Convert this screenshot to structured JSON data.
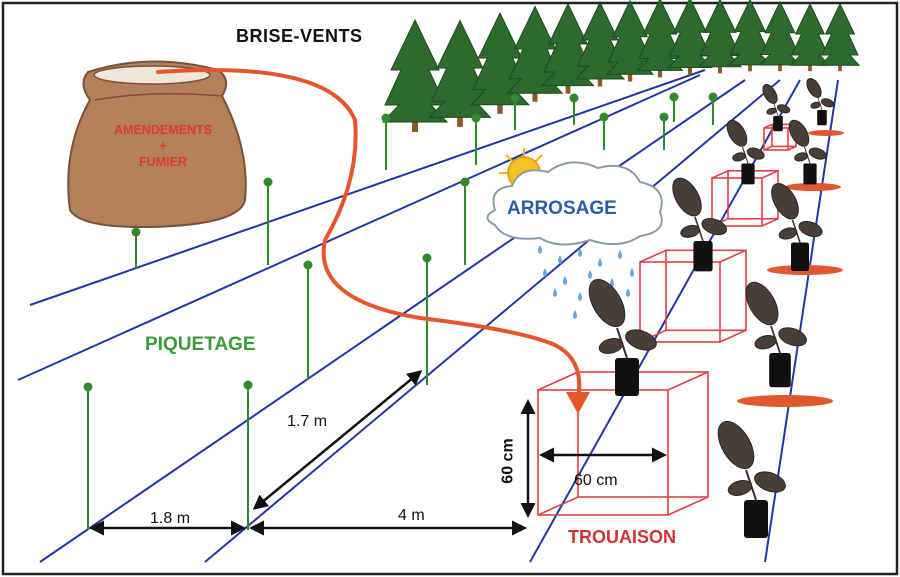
{
  "labels": {
    "windbreak": "BRISE-VENTS",
    "amendment_line1": "AMENDEMENTS",
    "amendment_plus": "+",
    "amendment_line2": "FUMIER",
    "watering": "ARROSAGE",
    "staking": "PIQUETAGE",
    "planting_hole": "TROUAISON"
  },
  "dimensions": {
    "row_spacing": "1.7 m",
    "stake_spacing": "1.8 m",
    "alley_width": "4 m",
    "hole_width": "60 cm",
    "hole_depth": "60 cm"
  },
  "icons": [
    "tree-icon",
    "stake-icon",
    "sun-icon",
    "cloud-icon",
    "rain-drop-icon",
    "sack-icon",
    "seedling-icon"
  ],
  "colors": {
    "rows": "#2237a6",
    "stakes": "#2e8b2e",
    "arrow": "#e8552a",
    "holes": "#e0404a",
    "sack": "#b3805a",
    "trees": "#2d6a2e",
    "leaves": "#4a3e38"
  }
}
